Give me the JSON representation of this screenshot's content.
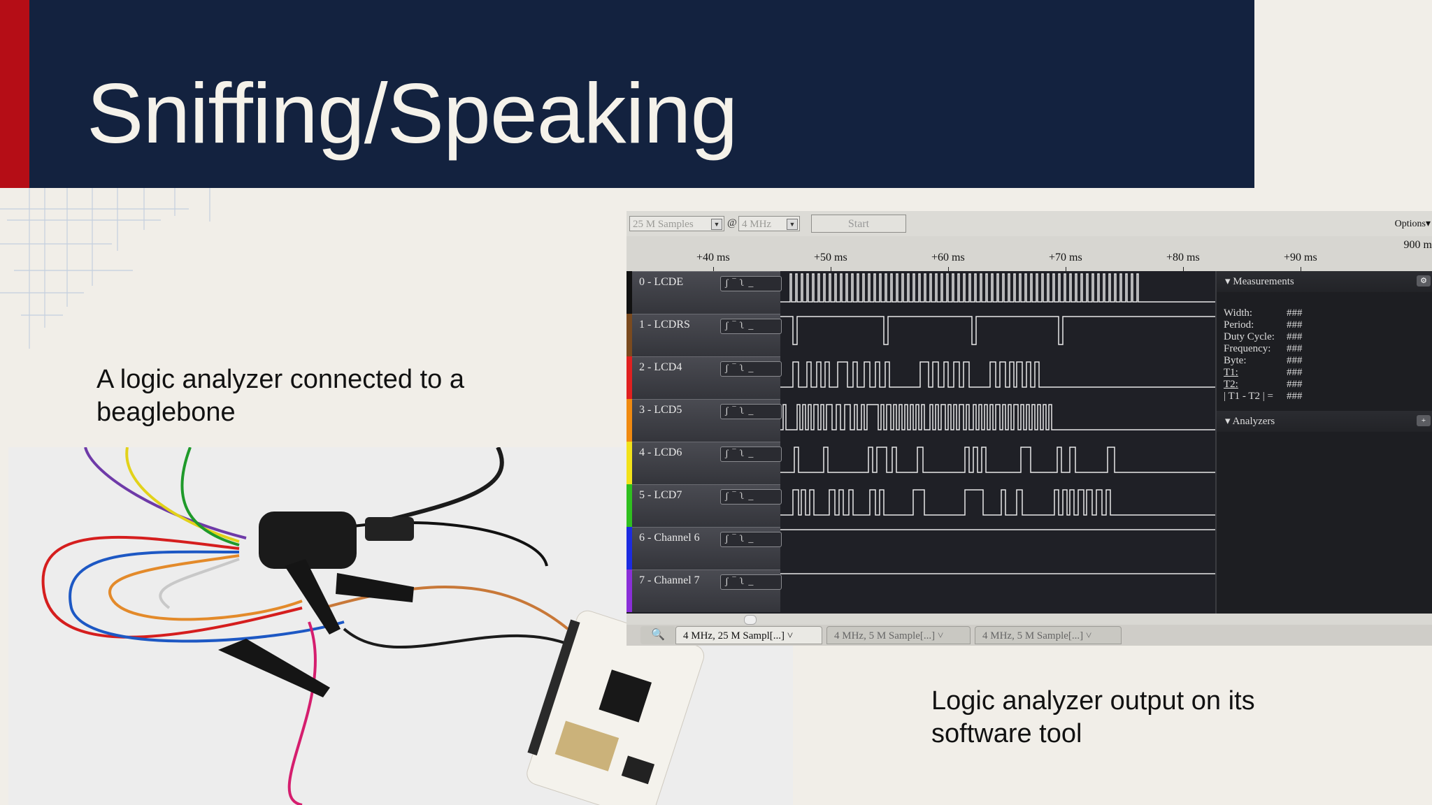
{
  "slide": {
    "title": "Sniffing/Speaking",
    "caption_left": "A logic analyzer connected to a beaglebone",
    "caption_right": "Logic analyzer output on its software tool"
  },
  "analyzer": {
    "samples": "25 M Samples",
    "at": "@",
    "rate": "4 MHz",
    "start_label": "Start",
    "options_label": "Options▾",
    "corner_time": "900 m",
    "ticks": [
      "+40 ms",
      "+50 ms",
      "+60 ms",
      "+70 ms",
      "+80 ms",
      "+90 ms"
    ],
    "channels": [
      {
        "name": "0 - LCDE",
        "color": "#111111"
      },
      {
        "name": "1 - LCDRS",
        "color": "#7a4a1f"
      },
      {
        "name": "2 - LCD4",
        "color": "#e02020"
      },
      {
        "name": "3 - LCD5",
        "color": "#f08a10"
      },
      {
        "name": "4 - LCD6",
        "color": "#f2e21a"
      },
      {
        "name": "5 - LCD7",
        "color": "#2fbf1f"
      },
      {
        "name": "6 - Channel 6",
        "color": "#1c2be0"
      },
      {
        "name": "7 - Channel 7",
        "color": "#8a2fd8"
      }
    ],
    "trigger_glyphs": "ʃ‾ʅ_",
    "measurements_title": "Measurements",
    "measurements": [
      {
        "k": "Width:",
        "v": "###"
      },
      {
        "k": "Period:",
        "v": "###"
      },
      {
        "k": "Duty Cycle:",
        "v": "###"
      },
      {
        "k": "Frequency:",
        "v": "###"
      },
      {
        "k": "Byte:",
        "v": "###"
      },
      {
        "k": "T1:",
        "v": "###"
      },
      {
        "k": "T2:",
        "v": "###"
      },
      {
        "k": "| T1 - T2 | =",
        "v": "###"
      }
    ],
    "analyzers_title": "Analyzers",
    "tabs": [
      "4 MHz, 25 M Sampl[...]",
      "4 MHz, 5 M Sample[...]",
      "4 MHz, 5 M Sample[...]"
    ]
  }
}
